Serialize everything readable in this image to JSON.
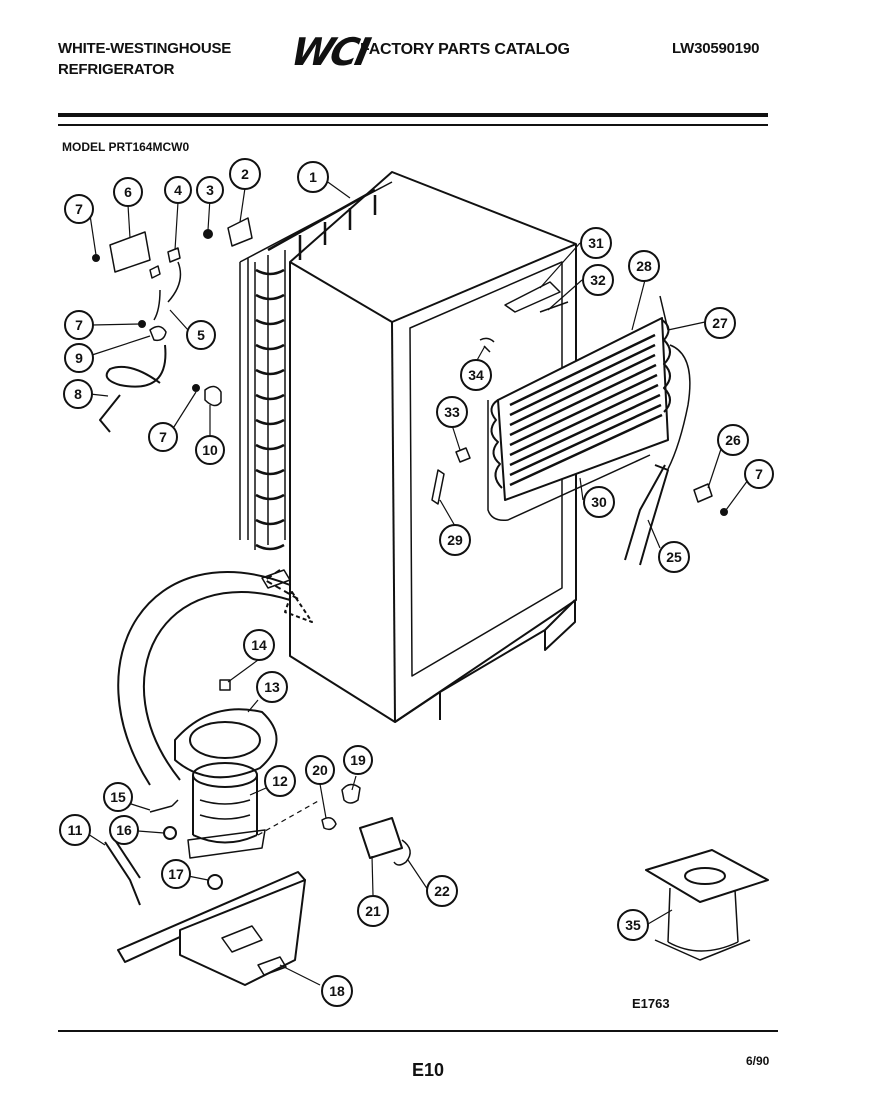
{
  "header": {
    "brand_line1": "WHITE-WESTINGHOUSE",
    "brand_line2": "REFRIGERATOR",
    "logo": "WCI",
    "catalog_title": "FACTORY PARTS CATALOG",
    "document_number": "LW30590190"
  },
  "model_label": "MODEL PRT164MCW0",
  "callouts": [
    {
      "id": "1",
      "label": "1"
    },
    {
      "id": "2",
      "label": "2"
    },
    {
      "id": "3",
      "label": "3"
    },
    {
      "id": "4",
      "label": "4"
    },
    {
      "id": "5",
      "label": "5"
    },
    {
      "id": "6",
      "label": "6"
    },
    {
      "id": "7a",
      "label": "7"
    },
    {
      "id": "7b",
      "label": "7"
    },
    {
      "id": "7c",
      "label": "7"
    },
    {
      "id": "7d",
      "label": "7"
    },
    {
      "id": "8",
      "label": "8"
    },
    {
      "id": "9",
      "label": "9"
    },
    {
      "id": "10",
      "label": "10"
    },
    {
      "id": "11",
      "label": "11"
    },
    {
      "id": "12",
      "label": "12"
    },
    {
      "id": "13",
      "label": "13"
    },
    {
      "id": "14",
      "label": "14"
    },
    {
      "id": "15",
      "label": "15"
    },
    {
      "id": "16",
      "label": "16"
    },
    {
      "id": "17",
      "label": "17"
    },
    {
      "id": "18",
      "label": "18"
    },
    {
      "id": "19",
      "label": "19"
    },
    {
      "id": "20",
      "label": "20"
    },
    {
      "id": "21",
      "label": "21"
    },
    {
      "id": "22",
      "label": "22"
    },
    {
      "id": "25",
      "label": "25"
    },
    {
      "id": "26",
      "label": "26"
    },
    {
      "id": "27",
      "label": "27"
    },
    {
      "id": "28",
      "label": "28"
    },
    {
      "id": "29",
      "label": "29"
    },
    {
      "id": "30",
      "label": "30"
    },
    {
      "id": "31",
      "label": "31"
    },
    {
      "id": "32",
      "label": "32"
    },
    {
      "id": "33",
      "label": "33"
    },
    {
      "id": "34",
      "label": "34"
    },
    {
      "id": "35",
      "label": "35"
    }
  ],
  "figure_reference": "E1763",
  "footer": {
    "page_number": "E10",
    "date": "6/90"
  }
}
